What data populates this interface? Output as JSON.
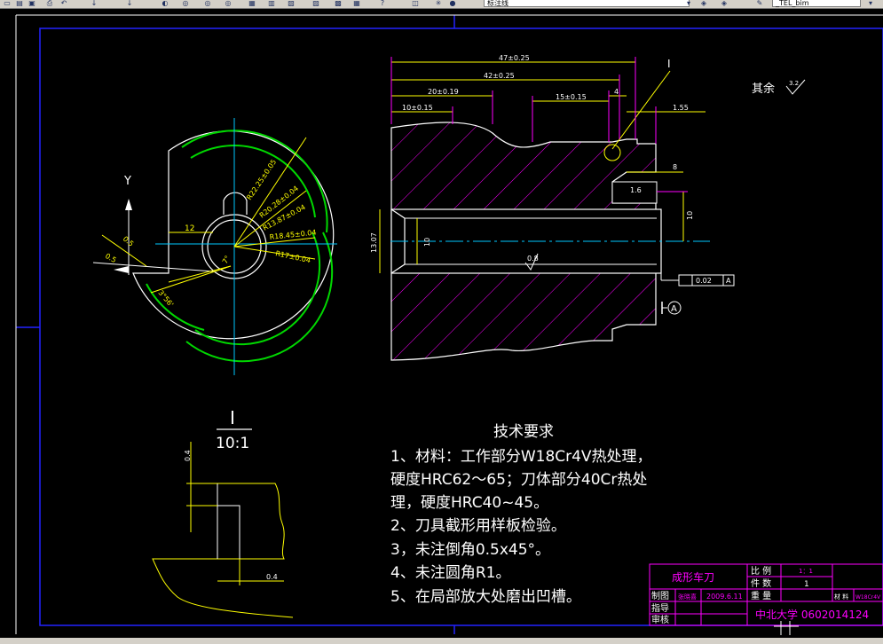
{
  "toolbar": {
    "layer_value": "标注线",
    "style_value": "_TEL_bim",
    "icons": [
      "new-icon",
      "open-icon",
      "save-icon",
      "print-icon",
      "undo-icon",
      "zoom-realtime-icon",
      "zoom-window-icon",
      "zoom-previous-icon",
      "zoom-extents-icon",
      "properties-icon",
      "design-center-icon",
      "tool-palette-icon",
      "sheet-set-icon",
      "calculator-icon",
      "help-icon",
      "layer-manager-icon",
      "layer-state-icon",
      "color-icon"
    ]
  },
  "drawing": {
    "section_label": "I",
    "detail_label": "I",
    "detail_scale": "10:1",
    "datum": "A",
    "surface_note": "其余",
    "surface_note_value": "3.2",
    "dims": {
      "d47": "47±0.25",
      "d42": "42±0.25",
      "d20": "20±0.19",
      "d10": "10±0.15",
      "d15": "15±0.15",
      "d4": "4",
      "d155": "1.55",
      "d8": "8",
      "d10v": "10",
      "d1307": "13.07",
      "d10b": "10",
      "r16": "1.6",
      "r08": "0.8",
      "tol": "0.02",
      "tol_datum": "A",
      "d12": "12",
      "ang1": "7°",
      "ang2": "0.5",
      "ang3": "3°56'",
      "r22": "R22.25±0.05",
      "r20": "R20.28±0.04",
      "r1387": "R13.87±0.04",
      "r1845": "R18.45±0.04",
      "r17": "R17±0.04",
      "y_label": "Y",
      "det_04a": "0.4",
      "det_04b": "0.4"
    }
  },
  "requirements": {
    "title": "技术要求",
    "lines": [
      "1、材料：工作部分W18Cr4V热处理，",
      "硬度HRC62～65；刀体部分40Cr热处",
      "理，硬度HRC40~45。",
      "2、刀具截形用样板检验。",
      "3，未注倒角0.5x45°。",
      "4、未注圆角R1。",
      "5、在局部放大处磨出凹槽。"
    ]
  },
  "titleblock": {
    "part_name": "成形车刀",
    "scale_label": "比 例",
    "scale_value": "1：1",
    "qty_label": "件 数",
    "qty_value": "1",
    "weight_label": "重 量",
    "material_label": "材 料",
    "material_value": "W18Cr4V",
    "drawn_label": "制图",
    "drawn_name": "张晓喜",
    "drawn_date": "2009.6.11",
    "guide_label": "指导",
    "review_label": "审核",
    "school": "中北大学 0602014124"
  },
  "colors": {
    "background": "#000000",
    "border": "#2222ff",
    "outline": "#ffffff",
    "hatch": "#ff00ff",
    "dimension": "#ffff00",
    "center": "#00c8ff",
    "arc": "#00d800",
    "titleblock": "#ff00ff"
  }
}
